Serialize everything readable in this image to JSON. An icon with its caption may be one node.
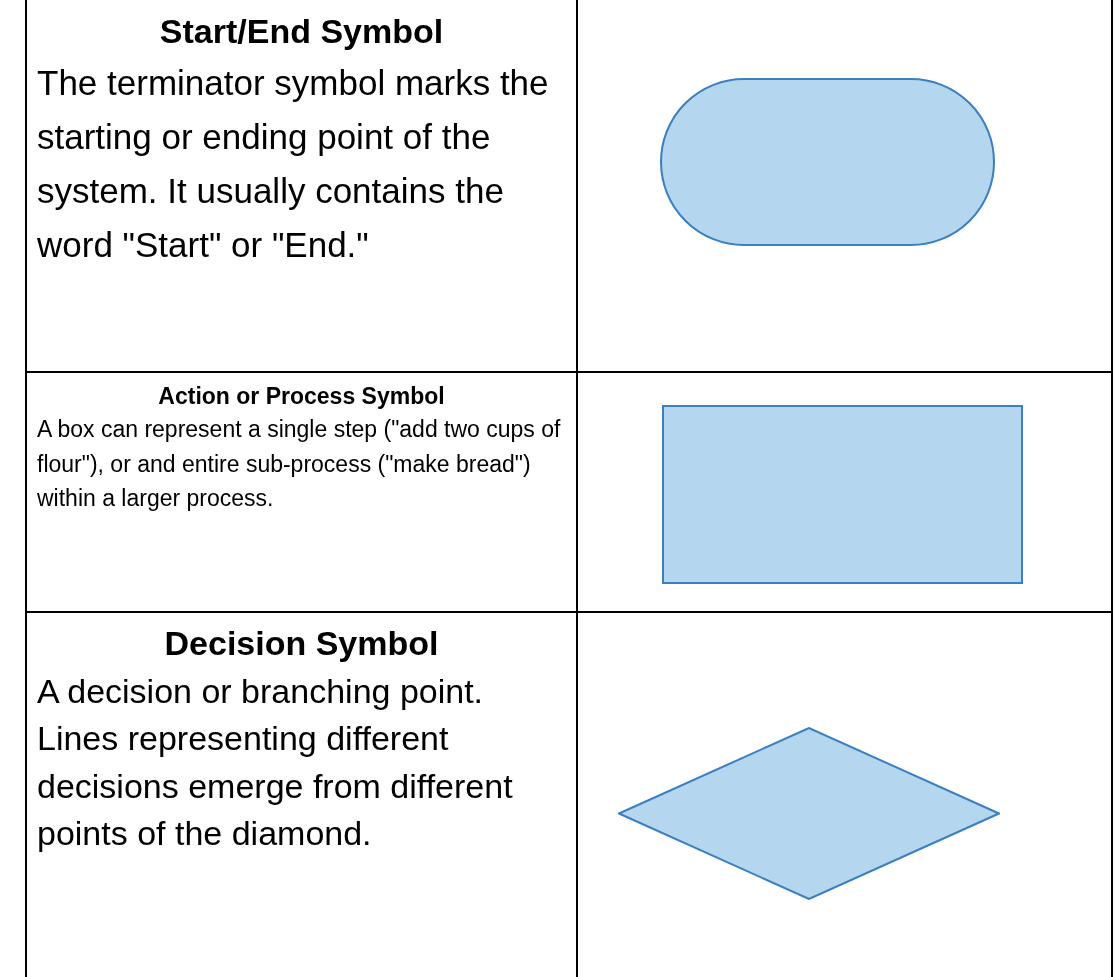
{
  "diagram": {
    "nodes": [
      {
        "text": [],
        "shape": "stadium"
      },
      {
        "text": [],
        "shape": "box"
      },
      {
        "text": [],
        "shape": "diamond"
      }
    ],
    "labels": [
      "Start/End Symbol",
      "The terminator symbol marks the starting or ending point of the system. It usually contains the word \"Start\" or \"End.\"",
      "Action or Process Symbol",
      "A box can represent a single step (\"add two cups of flour\"), or and entire sub-process (\"make bread\") within a larger process.",
      "Decision Symbol",
      "A decision or branching point. Lines representing different decisions emerge from different points of the diamond."
    ]
  }
}
